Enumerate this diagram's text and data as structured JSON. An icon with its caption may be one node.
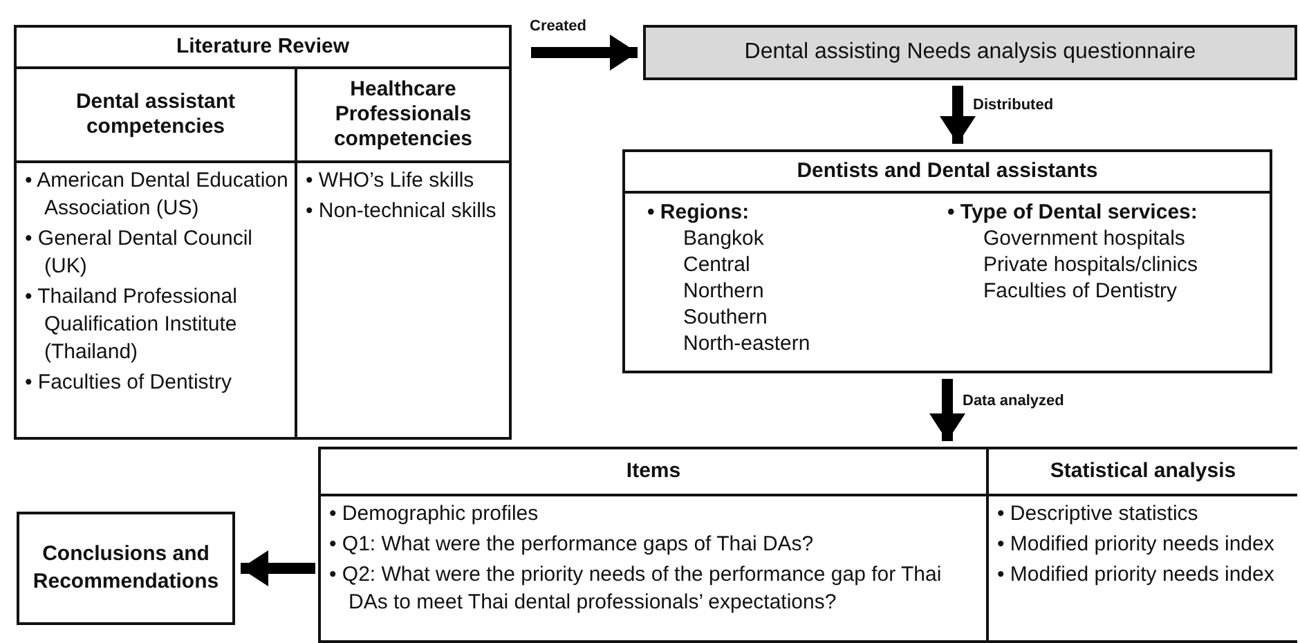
{
  "diagram": {
    "nodes": [
      {
        "text": [
          "Literature Review"
        ]
      },
      {
        "text": [
          "Dental assistant competencies",
          "• American Dental Education Association (US)",
          "• General Dental Council (UK)",
          "• Thailand Professional Qualification Institute (Thailand)",
          "• Faculties of Dentistry"
        ],
        "in": 0
      },
      {
        "text": [
          "Healthcare Professionals competencies",
          "• WHO’s Life skills",
          "• Non-technical skills"
        ],
        "in": 0
      },
      {
        "text": [
          "Dental assisting Needs analysis questionnaire"
        ]
      },
      {
        "text": [
          "Dentists and Dental assistants",
          "• Regions:",
          "Bangkok",
          "Central",
          "Northern",
          "Southern",
          "North-eastern",
          "• Type of Dental services:",
          "Government hospitals",
          "Private hospitals/clinics",
          "Faculties of Dentistry"
        ]
      },
      {
        "text": [],
        "shape": "box"
      },
      {
        "text": [
          "Items",
          "• Demographic profiles",
          "• Q1: What were the performance gaps of Thai DAs?",
          "• Q2: What were the priority needs of the performance gap for Thai DAs to meet Thai dental professionals’ expectations?"
        ],
        "in": 5
      },
      {
        "text": [
          "Statistical analysis",
          "• Descriptive statistics",
          "• Modified priority needs index",
          "• Modified priority needs index"
        ],
        "in": 5
      },
      {
        "text": [
          "Conclusions and Recommendations"
        ]
      }
    ],
    "edges": [
      {
        "from": 0,
        "to": 3,
        "arrow": "to",
        "label": "Created"
      },
      {
        "from": 3,
        "to": 4,
        "arrow": "to",
        "label": "Distributed"
      },
      {
        "from": 4,
        "to": 5,
        "arrow": "to",
        "label": "Data analyzed"
      },
      {
        "from": 6,
        "to": 8,
        "arrow": "to"
      }
    ]
  }
}
